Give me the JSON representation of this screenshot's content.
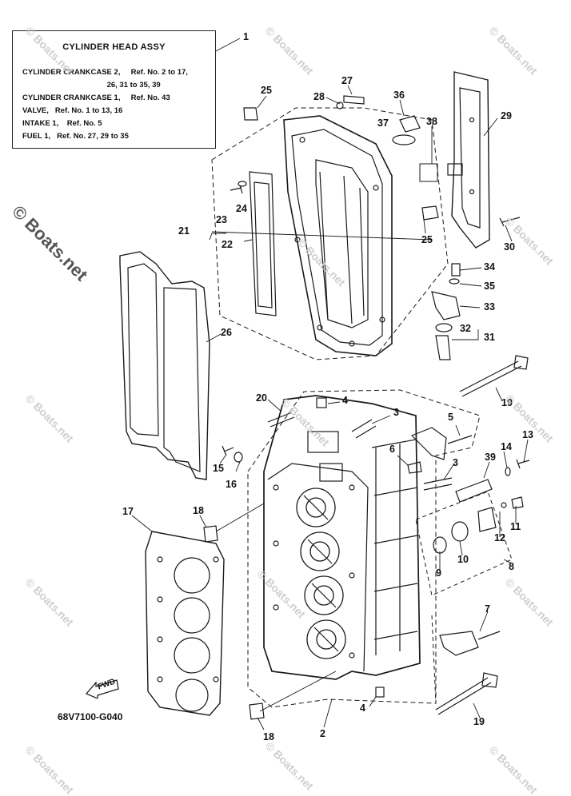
{
  "legend": {
    "title": "CYLINDER HEAD ASSY",
    "lines": [
      "CYLINDER CRANKCASE 2,     Ref. No. 2 to 17,",
      "                                        26, 31 to 35, 39",
      "CYLINDER CRANKCASE 1,     Ref. No. 43",
      "VALVE,   Ref. No. 1 to 13, 16",
      "INTAKE 1,    Ref. No. 5",
      "FUEL 1,   Ref. No. 27, 29 to 35"
    ]
  },
  "diagram_code": "68V7100-G040",
  "fwd_label": "FWD",
  "watermark": "© Boats.net",
  "callouts": [
    "1",
    "25",
    "27",
    "28",
    "36",
    "37",
    "38",
    "29",
    "21",
    "23",
    "24",
    "22",
    "25",
    "30",
    "34",
    "35",
    "33",
    "32",
    "31",
    "26",
    "20",
    "4",
    "3",
    "5",
    "19",
    "15",
    "16",
    "6",
    "3",
    "39",
    "14",
    "13",
    "18",
    "17",
    "12",
    "11",
    "9",
    "10",
    "8",
    "7",
    "4",
    "2",
    "19",
    "18"
  ]
}
